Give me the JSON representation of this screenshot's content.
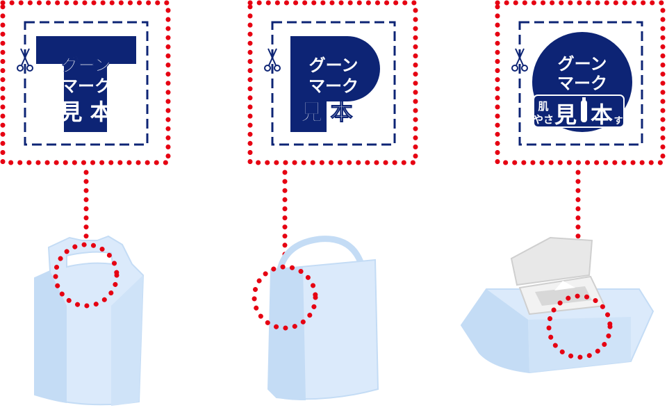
{
  "colors": {
    "dotted_red": "#e60012",
    "navy": "#0d2475",
    "package_light": "#dbeafb",
    "package_mid": "#c4dcf5",
    "package_dark": "#a9c8ec",
    "wipes_lid": "#e8e8e8"
  },
  "coupons": [
    {
      "shape": "T",
      "line1": "グーン",
      "line2": "マーク",
      "line3": "見 本",
      "icons": [
        "scissors-icon"
      ]
    },
    {
      "shape": "P",
      "line1": "グーン",
      "line2": "マーク",
      "line3": "見 本",
      "icons": [
        "scissors-icon"
      ]
    },
    {
      "shape": "circle",
      "line1": "グーン",
      "line2": "マーク",
      "line3": "見",
      "line3b": "本",
      "badge_left": [
        "肌",
        "やさ"
      ],
      "badge_right": "す",
      "icons": [
        "scissors-icon",
        "bottle-icon"
      ]
    }
  ],
  "packages": [
    {
      "type": "tall-bag-with-top-handle"
    },
    {
      "type": "box-with-handle"
    },
    {
      "type": "wipes-pack-with-lid"
    }
  ]
}
